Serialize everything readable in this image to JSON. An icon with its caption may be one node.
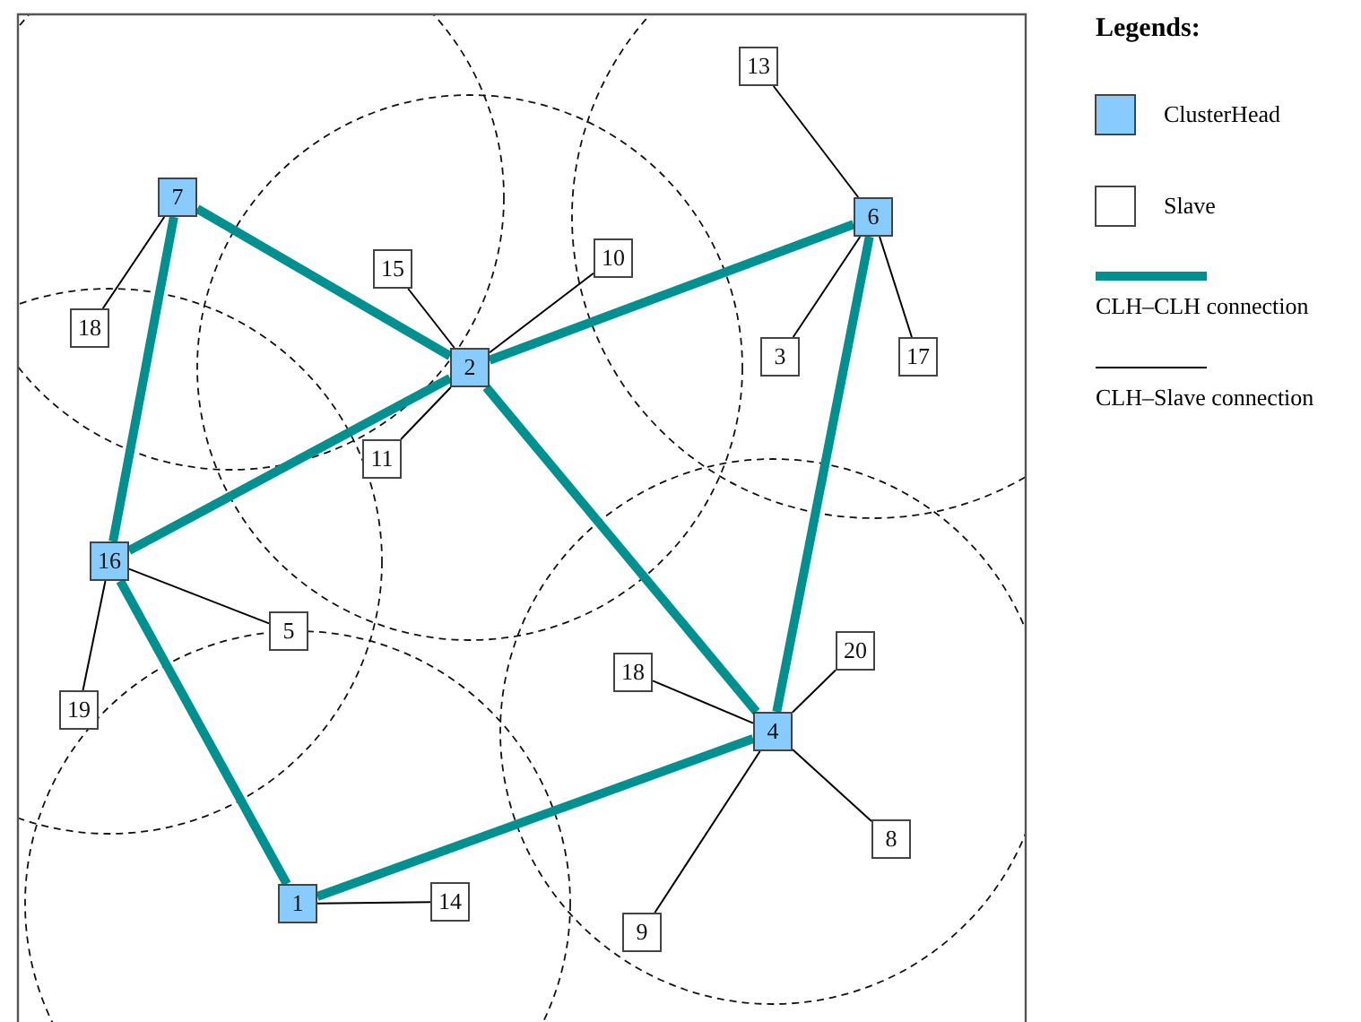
{
  "diagram": {
    "nodes": [
      {
        "text": [
          "13"
        ]
      },
      {
        "text": [
          "7"
        ]
      },
      {
        "text": [
          "6"
        ]
      },
      {
        "text": [
          "15"
        ]
      },
      {
        "text": [
          "10"
        ]
      },
      {
        "text": [
          "18"
        ]
      },
      {
        "text": [
          "2"
        ]
      },
      {
        "text": [
          "3"
        ]
      },
      {
        "text": [
          "17"
        ]
      },
      {
        "text": [
          "11"
        ]
      },
      {
        "text": [
          "16"
        ]
      },
      {
        "text": [
          "5"
        ]
      },
      {
        "text": [
          "18"
        ]
      },
      {
        "text": [
          "20"
        ]
      },
      {
        "text": [
          "19"
        ]
      },
      {
        "text": [
          "4"
        ]
      },
      {
        "text": [
          "8"
        ]
      },
      {
        "text": [
          "1"
        ]
      },
      {
        "text": [
          "14"
        ]
      },
      {
        "text": [
          "9"
        ]
      }
    ],
    "edges": [
      {
        "from": 1,
        "to": 6,
        "arrow": "none",
        "style": "thick",
        "color": "#009090"
      },
      {
        "from": 2,
        "to": 6,
        "arrow": "none",
        "style": "thick",
        "color": "#009090"
      },
      {
        "from": 1,
        "to": 10,
        "arrow": "none",
        "style": "thick",
        "color": "#009090"
      },
      {
        "from": 10,
        "to": 6,
        "arrow": "none",
        "style": "thick",
        "color": "#009090"
      },
      {
        "from": 6,
        "to": 15,
        "arrow": "none",
        "style": "thick",
        "color": "#009090"
      },
      {
        "from": 2,
        "to": 15,
        "arrow": "none",
        "style": "thick",
        "color": "#009090"
      },
      {
        "from": 10,
        "to": 17,
        "arrow": "none",
        "style": "thick",
        "color": "#009090"
      },
      {
        "from": 17,
        "to": 15,
        "arrow": "none",
        "style": "thick",
        "color": "#009090"
      },
      {
        "from": 0,
        "to": 2,
        "arrow": "none"
      },
      {
        "from": 5,
        "to": 1,
        "arrow": "none"
      },
      {
        "from": 3,
        "to": 6,
        "arrow": "none"
      },
      {
        "from": 4,
        "to": 6,
        "arrow": "none"
      },
      {
        "from": 9,
        "to": 6,
        "arrow": "none"
      },
      {
        "from": 7,
        "to": 2,
        "arrow": "none"
      },
      {
        "from": 8,
        "to": 2,
        "arrow": "none"
      },
      {
        "from": 11,
        "to": 10,
        "arrow": "none"
      },
      {
        "from": 14,
        "to": 10,
        "arrow": "none"
      },
      {
        "from": 12,
        "to": 15,
        "arrow": "none"
      },
      {
        "from": 13,
        "to": 15,
        "arrow": "none"
      },
      {
        "from": 16,
        "to": 15,
        "arrow": "none"
      },
      {
        "from": 19,
        "to": 15,
        "arrow": "none"
      },
      {
        "from": 18,
        "to": 17,
        "arrow": "none"
      }
    ],
    "labels": [
      "Legends:"
    ],
    "legend": [
      {
        "text": "ClusterHead",
        "color": "#88ccff"
      },
      {
        "text": "Slave",
        "color": "#ffffff"
      },
      {
        "text": "CLH–CLH connection"
      },
      {
        "text": "CLH–Slave connection"
      }
    ]
  }
}
